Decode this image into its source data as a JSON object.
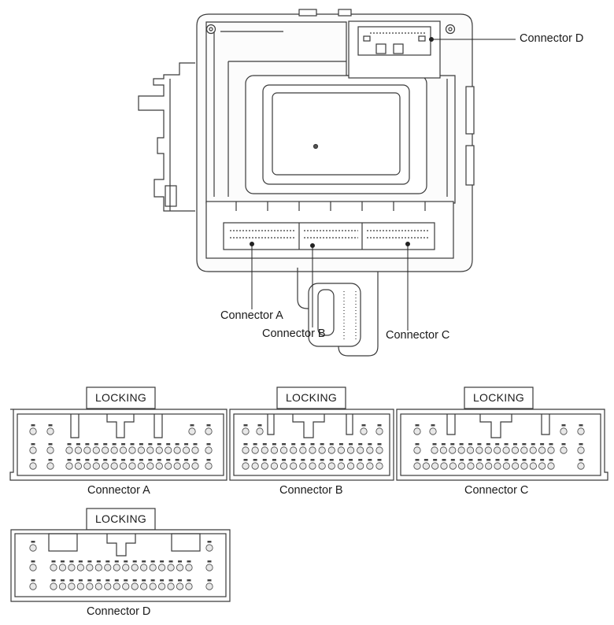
{
  "callouts": {
    "connector_a": "Connector A",
    "connector_b": "Connector B",
    "connector_c": "Connector C",
    "connector_d": "Connector D"
  },
  "connectors": {
    "a": {
      "caption": "Connector A",
      "lock_label": "LOCKING"
    },
    "b": {
      "caption": "Connector B",
      "lock_label": "LOCKING"
    },
    "c": {
      "caption": "Connector C",
      "lock_label": "LOCKING"
    },
    "d": {
      "caption": "Connector D",
      "lock_label": "LOCKING"
    }
  },
  "colors": {
    "line": "#3a3a3a",
    "fill_light": "#f4f4f4",
    "pin": "#e6e6e6"
  }
}
